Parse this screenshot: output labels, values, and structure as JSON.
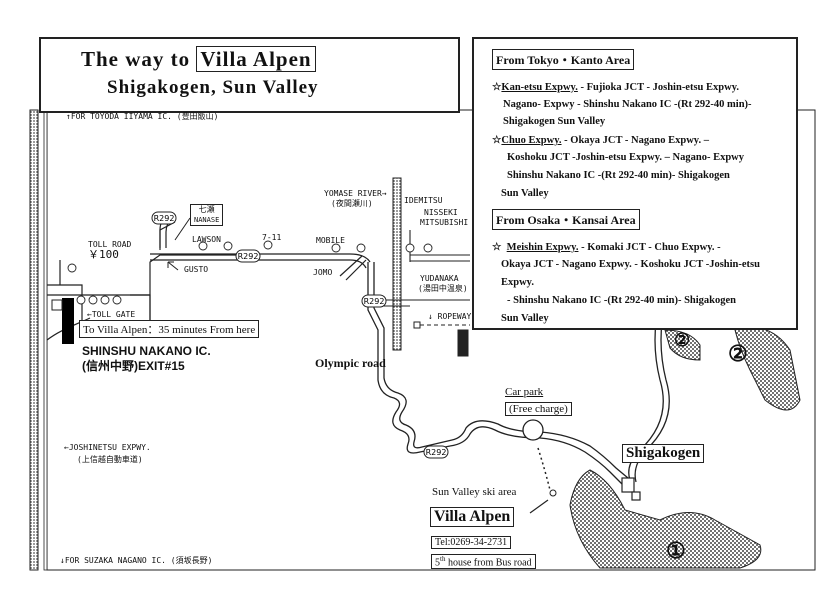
{
  "title": {
    "line1_prefix": "The way to",
    "line1_boxed": "Villa Alpen",
    "line2": "Shigakogen, Sun Valley"
  },
  "directions": {
    "tokyo_header": "From Tokyo・Kanto Area",
    "tokyo_route1": [
      "☆",
      "Kan-etsu Expwy.",
      " - Fujioka JCT - Joshin-etsu Expwy."
    ],
    "tokyo_route1_l2": "Nagano- Expwy - Shinshu Nakano IC -(Rt 292-40 min)-",
    "tokyo_route1_l3": "Shigakogen Sun Valley",
    "tokyo_route2": [
      "☆",
      "Chuo Expwy.",
      " - Okaya JCT - Nagano Expwy. –"
    ],
    "tokyo_route2_l2": "Koshoku JCT -Joshin-etsu Expwy. – Nagano- Expwy",
    "tokyo_route2_l3": "Shinshu Nakano IC -(Rt 292-40 min)- Shigakogen",
    "tokyo_route2_l4": "Sun Valley",
    "osaka_header": "From Osaka・Kansai Area",
    "osaka_route": [
      "☆",
      "Meishin Expwy.",
      " - Komaki JCT - Chuo Expwy. -"
    ],
    "osaka_l2": "Okaya JCT - Nagano Expwy. - Koshoku JCT -Joshin-etsu",
    "osaka_l3": "Expwy.",
    "osaka_l4": "- Shinshu Nakano IC -(Rt 292-40 min)- Shigakogen",
    "osaka_l5": "Sun Valley"
  },
  "map": {
    "for_toyoda": "↑FOR TOYODA IIYAMA IC. (豊田飯山)",
    "for_suzaka": "↓FOR SUZAKA NAGANO IC. (須坂長野)",
    "joshinetsu_l1": "←JOSHINETSU EXPWY.",
    "joshinetsu_l2": "(上信越自動車道)",
    "toll_road": "TOLL ROAD",
    "toll_price": "￥100",
    "toll_gate": "←TOLL GATE",
    "route_r292": "R292",
    "nanase_jp": "七瀬",
    "nanase": "NANASE",
    "lawson": "LAWSON",
    "seven_eleven": "7-11",
    "mobile": "MOBILE",
    "gusto": "GUSTO",
    "jomo": "JOMO",
    "yomase_river_l1": "YOMASE RIVER→",
    "yomase_river_l2": "(夜間瀬川)",
    "idemitsu": "IDEMITSU",
    "nisseki": "NISSEKI",
    "mitsubishi": "MITSUBISHI",
    "yudanaka_l1": "YUDANAKA",
    "yudanaka_l2": "(湯田中温泉)",
    "ropeway": "↓ ROPEWAY",
    "to_villa": "To Villa Alpen：35 minutes From here",
    "shinshu_ic": "SHINSHU NAKANO IC.",
    "exit": "(信州中野)EXIT#15",
    "olympic_road": "Olympic road",
    "car_park": "Car park",
    "free_charge": "(Free charge)",
    "shigakogen": "Shigakogen",
    "sun_valley": "Sun Valley ski area",
    "villa_alpen": "Villa Alpen",
    "tel": "Tel:0269-34-2731",
    "fifth_house_num": "5",
    "fifth_house_sup": "th",
    "fifth_house_rest": " house from Bus road",
    "marker_1": "①",
    "marker_2": "②"
  }
}
